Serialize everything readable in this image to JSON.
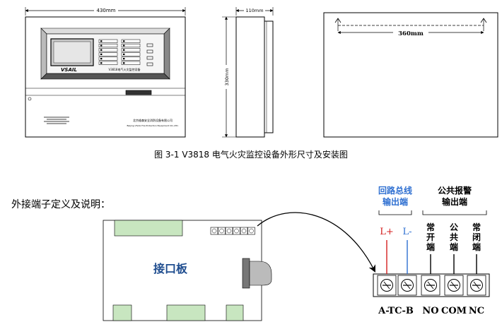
{
  "front_view": {
    "width_label": "430mm",
    "height_label": "330mm",
    "logo": "VSAIL",
    "model_text": "V3818电气火灾监控设备",
    "company_cn": "北京维森安全消防设备有限公司",
    "company_en": "Beijing VSAIL Fire Protection Equipment CO.,LTD."
  },
  "side_view": {
    "depth_label": "110mm"
  },
  "mounting_view": {
    "hole_spacing_label": "360mm"
  },
  "figure_caption": "图 3-1   V3818 电气火灾监控设备外形尺寸及安装图",
  "section_heading": "外接端子定义及说明：",
  "interface_board": {
    "label": "接口板"
  },
  "terminal_groups": {
    "loop_bus": {
      "title_line1": "回路总线",
      "title_line2": "输出端",
      "color": "#2e6fd1"
    },
    "alarm": {
      "title_line1": "公共报警",
      "title_line2": "输出端",
      "color": "#000000"
    }
  },
  "terminals": [
    {
      "label": "L+",
      "color": "#d41e1e"
    },
    {
      "label": "L-",
      "color": "#2e6fd1"
    },
    {
      "label": "常开端",
      "color": "#000000"
    },
    {
      "label": "公共端",
      "color": "#000000"
    },
    {
      "label": "常闭端",
      "color": "#000000"
    }
  ],
  "terminal_codes": {
    "bus": "A-TC-B",
    "no": "NO",
    "com": "COM",
    "nc": "NC"
  }
}
